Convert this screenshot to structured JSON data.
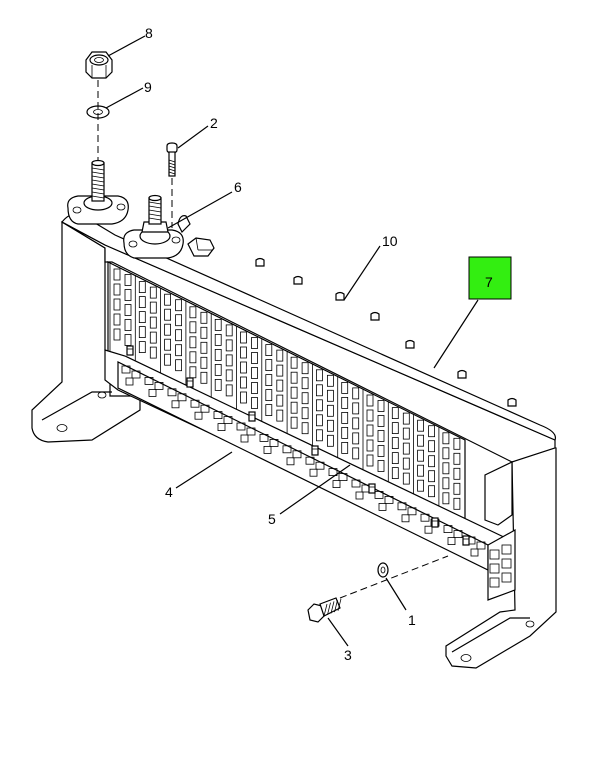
{
  "callouts": {
    "c1": "1",
    "c2": "2",
    "c3": "3",
    "c4": "4",
    "c5": "5",
    "c6": "6",
    "c7": "7",
    "c8": "8",
    "c9": "9",
    "c10": "10"
  },
  "colors": {
    "highlight": "#33ee11",
    "line": "#000000",
    "background": "#ffffff"
  }
}
